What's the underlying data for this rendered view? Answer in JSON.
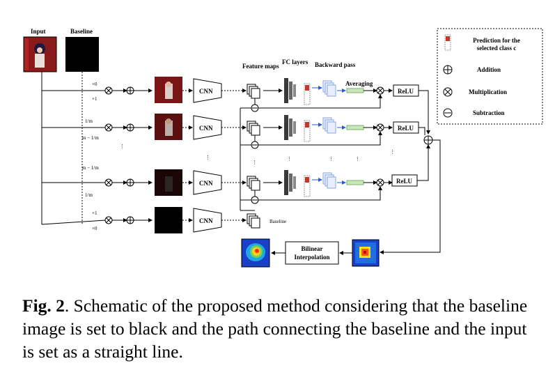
{
  "figure": {
    "input_label": "Input",
    "baseline_label": "Baseline",
    "feature_maps_label": "Feature maps",
    "fc_layers_label": "FC layers",
    "backward_pass_label": "Backward pass",
    "averaging_label": "Averaging",
    "cnn_label": "CNN",
    "relu_label": "ReLU",
    "baseline_small_label": "Baseline",
    "bilinear_label": "Bilinear Interpolation",
    "scale_x0": "×0",
    "scale_x1": "×1",
    "scale_1_over_m": "1/m",
    "scale_m_minus_1_over_m": "m − 1/m",
    "legend": {
      "prediction": "Prediction for the selected class c",
      "addition": "Addition",
      "multiplication": "Multiplication",
      "subtraction": "Subtraction"
    }
  },
  "caption": {
    "label": "Fig. 2",
    "text": ". Schematic of the proposed method considering that the baseline image is set to black and the path connecting the baseline and the input is set as a straight line."
  },
  "colors": {
    "accent_blue": "#2a5bd7",
    "averaging_green": "#c8e6b8",
    "prediction_red": "#c0392b",
    "fc_dark": "#3a3a3a"
  }
}
